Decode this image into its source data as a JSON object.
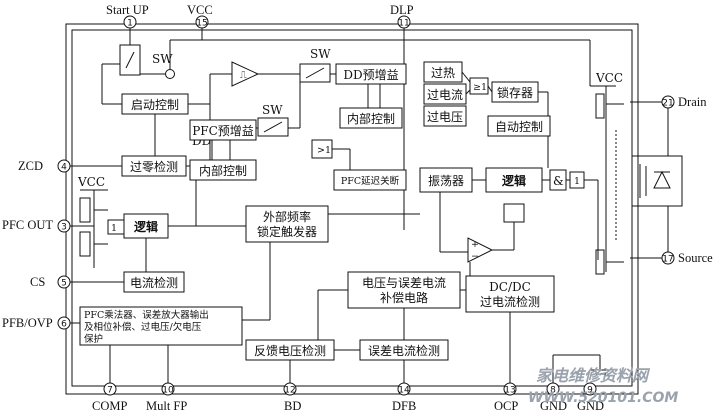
{
  "pins": {
    "p1": {
      "num": "1",
      "label": "Start UP"
    },
    "p15": {
      "num": "15",
      "label": "VCC"
    },
    "p11": {
      "num": "11",
      "label": "DLP"
    },
    "p21": {
      "num": "21",
      "label": "Drain"
    },
    "p17": {
      "num": "17",
      "label": "Source"
    },
    "p4": {
      "num": "4",
      "label": "ZCD"
    },
    "p3": {
      "num": "3",
      "label": "PFC OUT"
    },
    "p5": {
      "num": "5",
      "label": "CS"
    },
    "p6": {
      "num": "6",
      "label": "PFB/OVP"
    },
    "p7": {
      "num": "7",
      "label": "COMP"
    },
    "p10": {
      "num": "10",
      "label": "Mult FP"
    },
    "p12": {
      "num": "12",
      "label": "BD"
    },
    "p14": {
      "num": "14",
      "label": "DFB"
    },
    "p13": {
      "num": "13",
      "label": "OCP"
    },
    "p8": {
      "num": "8",
      "label": "GND"
    },
    "p9": {
      "num": "9",
      "label": "GND"
    }
  },
  "blocks": {
    "startup_ctrl": "启动控制",
    "dd_label": "DD",
    "zero_cross": "过零检测",
    "vcc_left": "VCC",
    "logic_left": "逻辑",
    "current_detect": "电流检测",
    "pfc_multiplier": [
      "PFC乘法器、误差放大器输出",
      "及相位补偿、过电压/欠电压",
      "保护"
    ],
    "sw1": "SW",
    "sw2": "SW",
    "sw3": "SW",
    "dd_preamp": "DD预增益",
    "internal_ctrl_1": "内部控制",
    "pfc_preamp": "PFC预增益",
    "internal_ctrl_2": "内部控制",
    "pfc_delay_off": "PFC延迟关断",
    "over_temp": "过热",
    "over_current": "过电流",
    "over_voltage": "过电压",
    "latch": "锁存器",
    "auto_ctrl": "自动控制",
    "oscillator": "振荡器",
    "logic_right": "逻辑",
    "ext_freq_lock": [
      "外部频率",
      "锁定触发器"
    ],
    "volt_err_comp": [
      "电压与误差电流",
      "补偿电路"
    ],
    "dcdc_ocp": [
      "DC/DC",
      "过电流检测"
    ],
    "fb_volt_detect": "反馈电压检测",
    "err_current_detect": "误差电流检测",
    "vcc_right": "VCC",
    "and_gate": "&"
  },
  "watermark": {
    "line1": "家电维修资料网",
    "line2": "WWW.520101.COM"
  }
}
